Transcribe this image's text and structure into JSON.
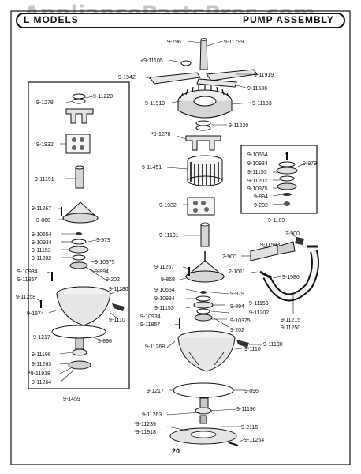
{
  "watermark": "AppliancePartsPros.com",
  "header": {
    "left_text": "L MODELS",
    "right_text": "PUMP ASSEMBLY"
  },
  "page_number": "20",
  "left_box_caption": "9-1459",
  "right_box_caption": "9-1109",
  "labels": {
    "l796": "9-796",
    "l11799": "9-11799",
    "l11105": "+9-11105",
    "l1942": "9-1942",
    "l11919a": "9-11919",
    "l11536": "9-11536",
    "l11919b": "9-11919",
    "l11193": "9-11193",
    "l11220c": "9-11220",
    "l1278c": "*9-1278",
    "l11451": "9-11451",
    "l1932c": "9-1932",
    "l11191c": "9-11191",
    "l11267c": "9-11267",
    "l868c": "9-868",
    "l10654c": "9-10654",
    "l10934c": "9-10934",
    "l11153c": "9-11153",
    "l979c": "9-979",
    "l11153c2": "9-11153",
    "l894c": "9-894",
    "l10375c": "9-10375",
    "l10934c2": "9-10934",
    "l11857c": "9-11857",
    "l11202c": "9-11202",
    "l202c": "9-202",
    "l11268c": "9-11268",
    "l1110c": "9-1110",
    "l11190c": "9-11190",
    "l1217c": "9-1217",
    "l896c": "9-896",
    "l11263c": "9-11263",
    "l11196c": "9-11196",
    "l11239c": "*9-11239",
    "l11918c": "*9-11918",
    "l2115c": "9-2115",
    "l11264c": "9-11264",
    "l1278l": "9-1278",
    "l11220l": "9-11220",
    "l1932l": "9-1932",
    "l11191l": "9-11191",
    "l11267l": "9-11267",
    "l868l": "9-868",
    "l10654l": "9-10654",
    "l10934l": "9-10934",
    "l979l": "9-979",
    "l11153l": "9-11153",
    "l11202l": "9-11202",
    "l10375l": "9-10375",
    "l10934l2": "9-10934",
    "l894l": "9-894",
    "l11857l": "9-11857",
    "l202l": "9-202",
    "l11190l": "9-11190",
    "l11258l": "9-11258",
    "l1674l": "9-1674",
    "l1110l": "9-1110",
    "l1217l": "9-1217",
    "l896l": "9-896",
    "l11196l": "9-11196",
    "l11263l": "9-11263",
    "l11918l": "*9-11918",
    "l11264l": "9-11264",
    "l10654r": "9-10654",
    "l10934r": "9-10934",
    "l979r": "9-979",
    "l11153r": "9-11153",
    "l11202r": "9-11202",
    "l10375r": "9-10375",
    "l894r": "9-894",
    "l202r": "9-202",
    "l2900a": "2-900",
    "l11593": "9-11593",
    "l2900b": "2-900",
    "l2011": "2-1011",
    "l1586": "9-1586",
    "l11215": "9-11215",
    "l11250": "9-11250"
  }
}
